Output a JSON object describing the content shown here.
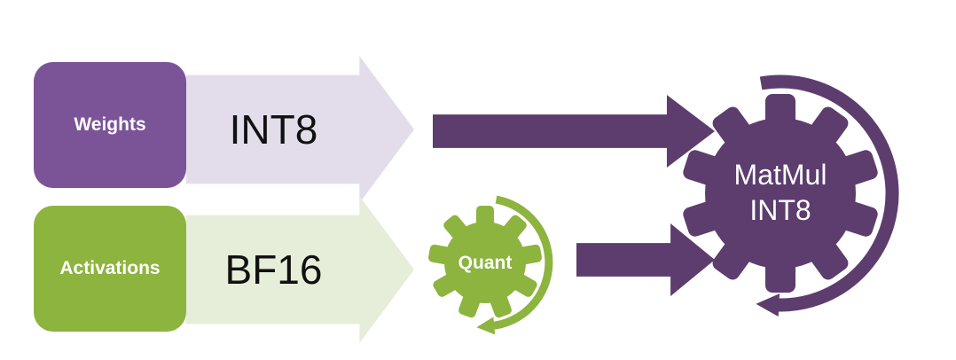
{
  "diagram": {
    "weights": {
      "label": "Weights",
      "format": "INT8"
    },
    "activations": {
      "label": "Activations",
      "format": "BF16"
    },
    "quant": {
      "label": "Quant"
    },
    "matmul": {
      "line1": "MatMul",
      "line2": "INT8"
    },
    "colors": {
      "purple_box": "#7B5397",
      "dark_purple": "#5C3D6E",
      "green": "#8CB43F",
      "light_purple": "#E3DDEB",
      "light_green": "#E6EED9"
    }
  }
}
